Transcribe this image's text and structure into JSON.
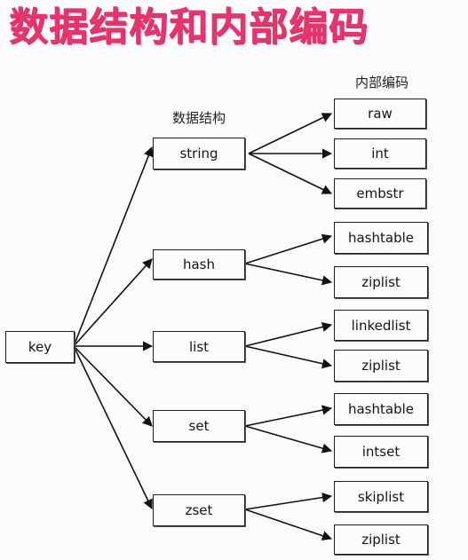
{
  "title": "数据结构和内部编码",
  "headers": {
    "structure": "数据结构",
    "encoding": "内部编码"
  },
  "root": "key",
  "structures": [
    {
      "name": "string",
      "encodings": [
        "raw",
        "int",
        "embstr"
      ]
    },
    {
      "name": "hash",
      "encodings": [
        "hashtable",
        "ziplist"
      ]
    },
    {
      "name": "list",
      "encodings": [
        "linkedlist",
        "ziplist"
      ]
    },
    {
      "name": "set",
      "encodings": [
        "hashtable",
        "intset"
      ]
    },
    {
      "name": "zset",
      "encodings": [
        "skiplist",
        "ziplist"
      ]
    }
  ]
}
